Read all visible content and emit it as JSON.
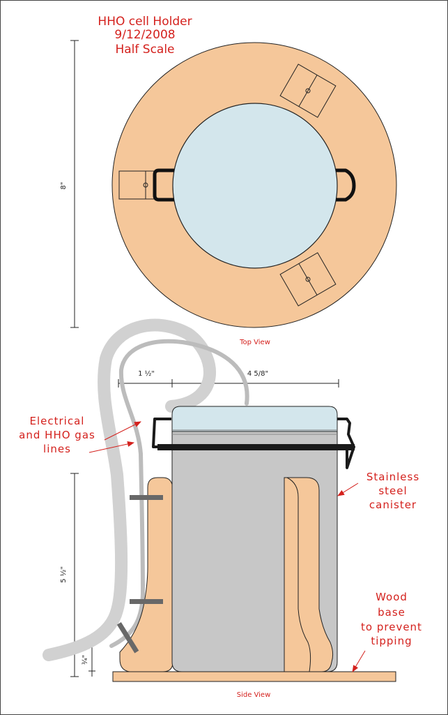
{
  "title": {
    "line1": "HHO cell Holder",
    "line2": "9/12/2008",
    "line3": "Half Scale"
  },
  "top_view": {
    "caption": "Top View",
    "diameter_label": "8\""
  },
  "side_view": {
    "caption": "Side View",
    "dim_left_width": "1 ½\"",
    "dim_canister_width": "4 5/8\"",
    "dim_height": "5 ½\"",
    "dim_base": "¾\""
  },
  "callouts": {
    "lines": [
      "Electrical",
      "and HHO gas",
      "lines"
    ],
    "canister": [
      "Stainless",
      "steel",
      "canister"
    ],
    "base": [
      "Wood",
      "base",
      "to prevent",
      "tipping"
    ]
  },
  "colors": {
    "wood": "#f5c79a",
    "canister_top": "#d3e6ec",
    "canister_side": "#c7c7c7",
    "hose": "#cfcfcf",
    "label_red": "#d4211d"
  }
}
